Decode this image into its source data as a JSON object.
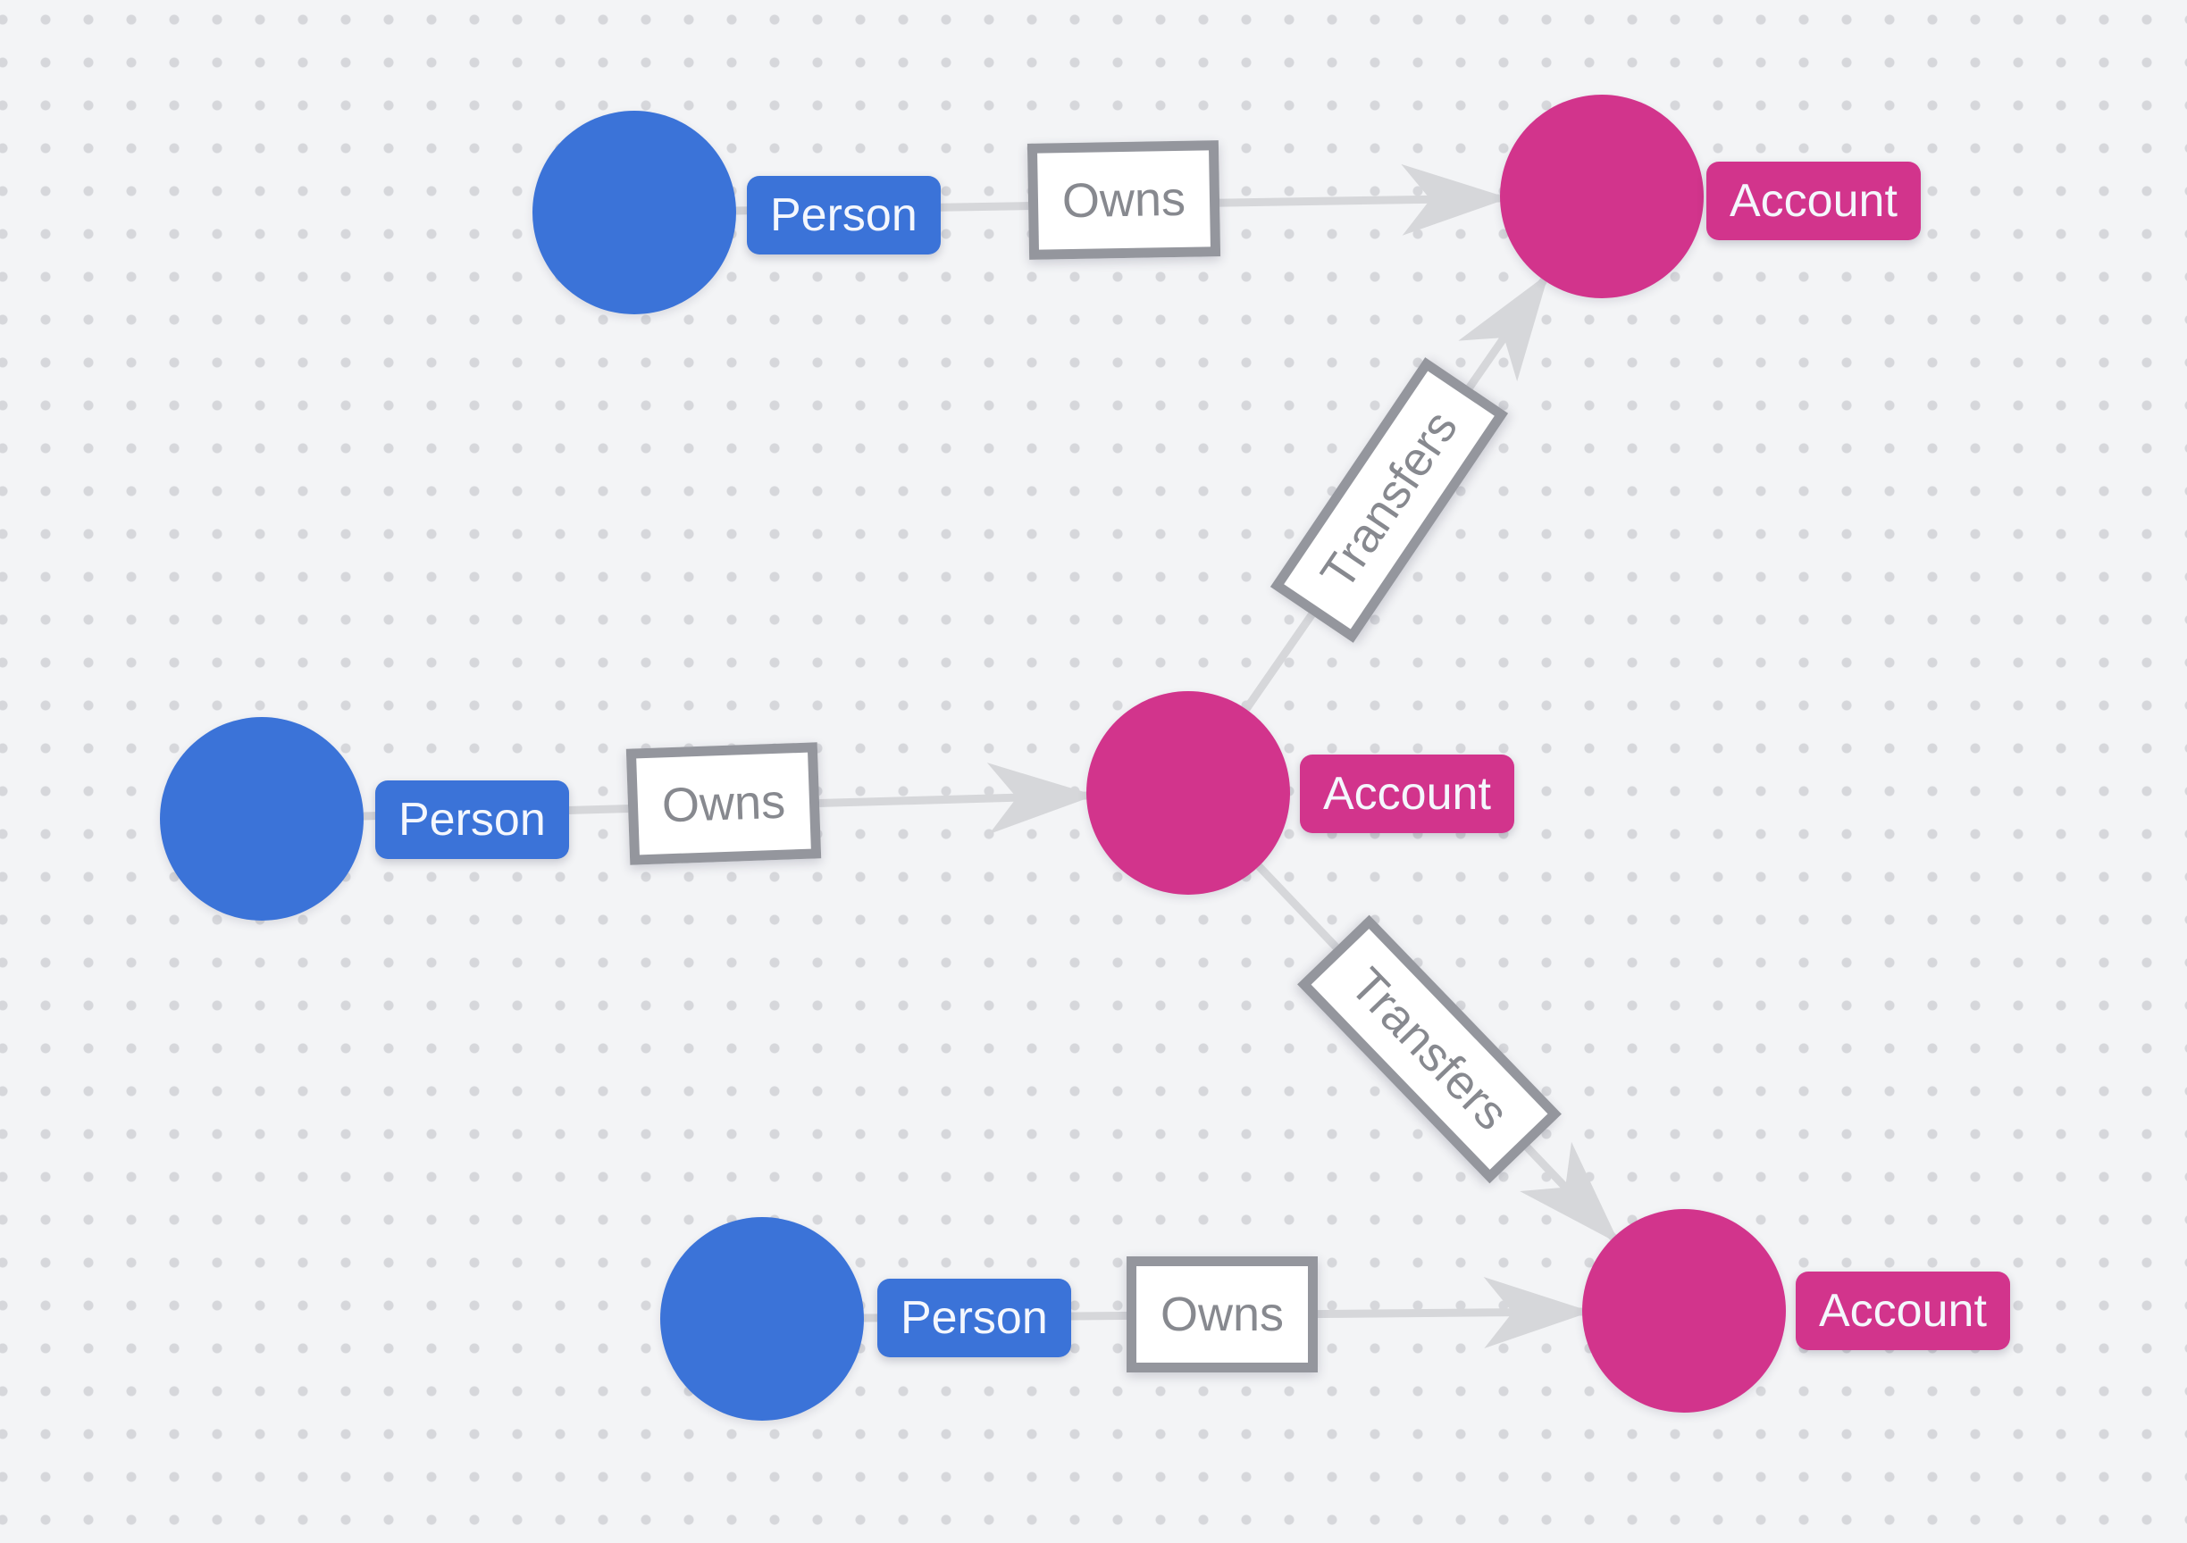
{
  "diagram": {
    "type": "graph-data-model",
    "colors": {
      "canvas_bg": "#f3f4f6",
      "dot": "#d6d7db",
      "person": "#3b73d8",
      "account": "#d2348c",
      "edge": "#d6d7da",
      "rel_border": "#94969d",
      "rel_text": "#87898f",
      "label_text": "#f4f7fd"
    },
    "nodes": [
      {
        "id": "person-1",
        "type": "Person",
        "label": "Person"
      },
      {
        "id": "account-1",
        "type": "Account",
        "label": "Account"
      },
      {
        "id": "person-2",
        "type": "Person",
        "label": "Person"
      },
      {
        "id": "account-2",
        "type": "Account",
        "label": "Account"
      },
      {
        "id": "person-3",
        "type": "Person",
        "label": "Person"
      },
      {
        "id": "account-3",
        "type": "Account",
        "label": "Account"
      }
    ],
    "edges": [
      {
        "id": "owns-1",
        "label": "Owns",
        "from": "person-1",
        "to": "account-1"
      },
      {
        "id": "owns-2",
        "label": "Owns",
        "from": "person-2",
        "to": "account-2"
      },
      {
        "id": "owns-3",
        "label": "Owns",
        "from": "person-3",
        "to": "account-3"
      },
      {
        "id": "transfers-1",
        "label": "Transfers",
        "from": "account-2",
        "to": "account-1"
      },
      {
        "id": "transfers-2",
        "label": "Transfers",
        "from": "account-2",
        "to": "account-3"
      }
    ]
  }
}
